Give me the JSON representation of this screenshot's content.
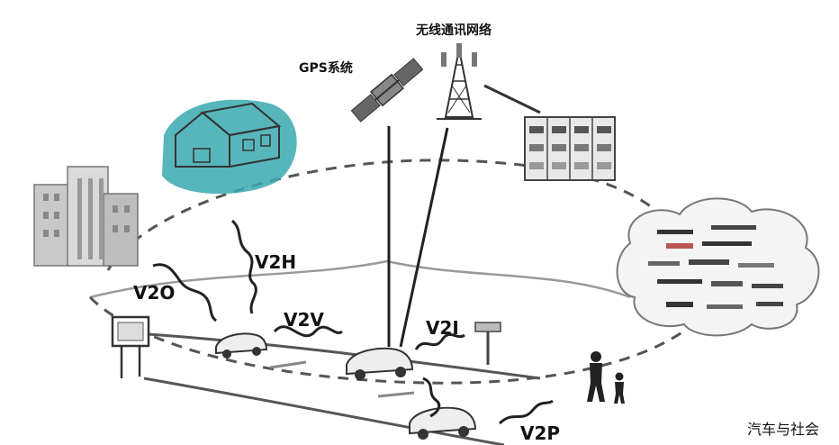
{
  "labels": {
    "gps": "GPS系统",
    "wireless": "无线通讯网络",
    "v2h": "V2H",
    "v2o": "V2O",
    "v2v": "V2V",
    "v2i": "V2I",
    "v2p": "V2P"
  },
  "watermark": "汽车与社会",
  "icons": [
    "city-buildings-icon",
    "house-icon",
    "satellite-icon",
    "cell-tower-icon",
    "server-rack-icon",
    "cloud-icon",
    "road-sign-icon",
    "car-icon",
    "pedestrian-icon"
  ]
}
